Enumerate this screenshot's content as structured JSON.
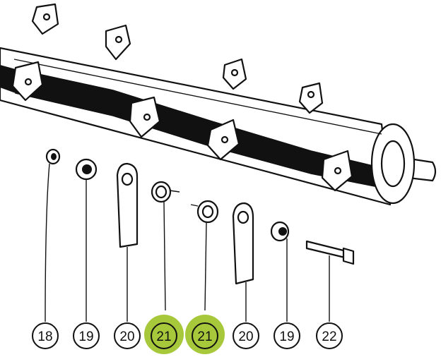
{
  "diagram": {
    "parts": [
      {
        "id": "part-18",
        "label": "18",
        "highlighted": false
      },
      {
        "id": "part-19a",
        "label": "19",
        "highlighted": false
      },
      {
        "id": "part-20a",
        "label": "20",
        "highlighted": false
      },
      {
        "id": "part-21a",
        "label": "21",
        "highlighted": true
      },
      {
        "id": "part-21b",
        "label": "21",
        "highlighted": true
      },
      {
        "id": "part-20b",
        "label": "20",
        "highlighted": false
      },
      {
        "id": "part-19b",
        "label": "19",
        "highlighted": false
      },
      {
        "id": "part-22",
        "label": "22",
        "highlighted": false
      }
    ],
    "colors": {
      "ink": "#111111",
      "highlight": "#a7c83a",
      "background": "#ffffff"
    }
  }
}
